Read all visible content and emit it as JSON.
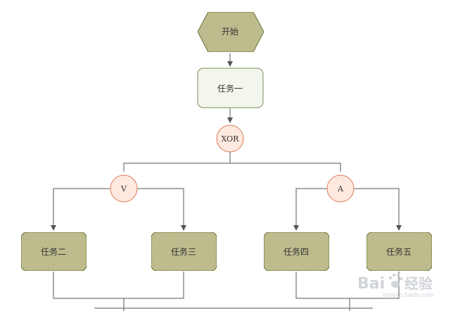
{
  "diagram": {
    "nodes": {
      "start": "开始",
      "task1": "任务一",
      "xor": "XOR",
      "or": "V",
      "and": "A",
      "task2": "任务二",
      "task3": "任务三",
      "task4": "任务四",
      "task5": "任务五"
    },
    "colors": {
      "texture_fill": "#c9c79a",
      "texture_stroke": "#6f7a3f",
      "task1_fill": "#f2f6ec",
      "task1_stroke": "#7a8f5c",
      "gateway_fill": "#fde9df",
      "gateway_stroke": "#d97a5a",
      "line": "#555555"
    }
  },
  "watermark": {
    "brand": "Bai",
    "product": "经验",
    "url": "jingyan.baidu.com"
  }
}
